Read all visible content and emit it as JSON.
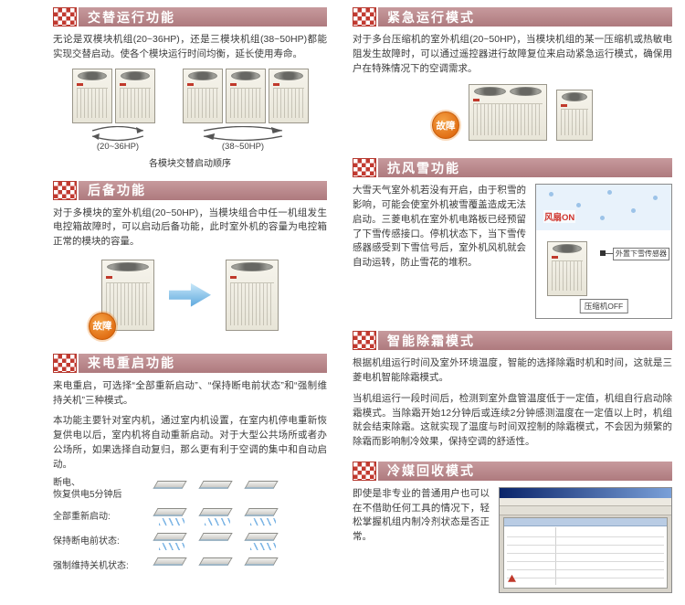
{
  "colors": {
    "header_bar": "#b8878b",
    "checker_red": "#c23a30",
    "fault_orange": "#e06c12",
    "arrow_blue": "#58a5dc"
  },
  "left": {
    "alternate": {
      "title": "交替运行功能",
      "body": "无论是双模块机组(20~36HP)，还是三模块机组(38~50HP)都能实现交替启动。使各个模块运行时间均衡，延长使用寿命。",
      "label_small": "(20~36HP)",
      "label_large": "(38~50HP)",
      "caption": "各模块交替启动顺序"
    },
    "backup": {
      "title": "后备功能",
      "body": "对于多模块的室外机组(20~50HP)，当模块组合中任一机组发生电控箱故障时，可以启动后备功能，此时室外机的容量为电控箱正常的模块的容量。",
      "fault": "故障"
    },
    "restart": {
      "title": "来电重启功能",
      "body1": "来电重启，可选择“全部重新启动”、“保持断电前状态”和“强制维持关机”三种模式。",
      "body2": "本功能主要针对室内机，通过室内机设置，在室内机停电重新恢复供电以后，室内机将自动重新启动。对于大型公共场所或者办公场所，如果选择自动复归，那么更有利于空调的集中和自动启动。",
      "rows": [
        {
          "label": "断电、\n恢复供电5分钟后"
        },
        {
          "label": "全部重新启动:"
        },
        {
          "label": "保持断电前状态:"
        },
        {
          "label": "强制维持关机状态:"
        }
      ]
    }
  },
  "right": {
    "emergency": {
      "title": "紧急运行模式",
      "body": "对于多台压缩机的室外机组(20~50HP)，当模块机组的某一压缩机或热敏电阻发生故障时，可以通过遥控器进行故障复位来启动紧急运行模式，确保用户在特殊情况下的空调需求。",
      "fault": "故障"
    },
    "snow": {
      "title": "抗风雪功能",
      "body": "大雪天气室外机若没有开启，由于积雪的影响，可能会使室外机被雪覆盖造成无法启动。三菱电机在室外机电路板已经预留了下雪传感接口。停机状态下，当下雪传感器感受到下雪信号后，室外机风机就会自动运转，防止雪花的堆积。",
      "fan_on": "风扇ON",
      "sensor": "外置下雪传感器",
      "comp_off": "压缩机OFF"
    },
    "defrost": {
      "title": "智能除霜模式",
      "body1": "根据机组运行时间及室外环境温度，智能的选择除霜时机和时间，这就是三菱电机智能除霜模式。",
      "body2": "当机组运行一段时间后，检测到室外盘管温度低于一定值，机组自行启动除霜模式。当除霜开始12分钟后或连续2分钟感测温度在一定值以上时，机组就会结束除霜。这就实现了温度与时间双控制的除霜模式，不会因为频繁的除霜而影响制冷效果，保持空调的舒适性。"
    },
    "recovery": {
      "title": "冷媒回收模式",
      "body": "即使是非专业的普通用户也可以在不借助任何工具的情况下，轻松掌握机组内制冷剂状态是否正常。"
    }
  }
}
